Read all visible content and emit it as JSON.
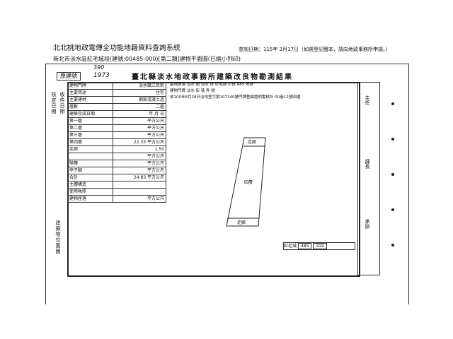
{
  "header": {
    "system_title": "北北桃地政電傳全功能地籍資料查詢系統",
    "document_subtitle": "新北市淡水區紅毛城段(建號:00485-000)[第二類]建物平面圖(已縮小列印)",
    "query_date": "查詢日期：115年 3月17日（如需登記謄本，請向地政事務所申請。）"
  },
  "scan": {
    "title": "臺北縣淡水地政事務所建築改良物勘測結果",
    "old_number_label": "原建號",
    "old_number": "1973",
    "old_number_top": "390",
    "rows": [
      {
        "label": "建物門牌",
        "value": "淡水鎮三民街"
      },
      {
        "label": "主要用途",
        "value": "住宅"
      },
      {
        "label": "主要建材",
        "value": "鋼筋混凝土造"
      },
      {
        "label": "層數",
        "value": "二層"
      },
      {
        "label": "建築完成日期",
        "value": "年 月 日"
      },
      {
        "label": "第一層",
        "value": "平方公尺"
      },
      {
        "label": "第二層",
        "value": "平方公尺"
      },
      {
        "label": "第三層",
        "value": "平方公尺"
      },
      {
        "label": "第四層",
        "value": "22.33 平方公尺"
      },
      {
        "label": "走廊",
        "value": "1.50"
      },
      {
        "label": "",
        "value": "平方公尺"
      },
      {
        "label": "騎樓",
        "value": "平方公尺"
      },
      {
        "label": "亭子腳",
        "value": "平方公尺"
      },
      {
        "label": "合計",
        "value": "24.83 平方公尺"
      },
      {
        "label": "主體構造",
        "value": ""
      },
      {
        "label": "使用執照",
        "value": ""
      },
      {
        "label": "建物座落",
        "value": "平方公尺"
      }
    ],
    "info_lines": [
      "基地座落 淡水 鎮 淡水 段 紅毛城 小段 485 地號",
      "建物門牌 淡水 街 巷 弄 號",
      "依100年8月28日淡地登字第107140號門牌整編證明書核計 00巷12號四樓"
    ],
    "plan_labels": [
      "走廊",
      "四層",
      "走廊"
    ],
    "left_labels": [
      "核定日期",
      "收件日期",
      "建築物位置圖"
    ],
    "right_labels": [
      "主任",
      "課長",
      "承辦"
    ],
    "stamp": {
      "label": "紅毛城",
      "values": [
        "485",
        "319"
      ]
    }
  }
}
